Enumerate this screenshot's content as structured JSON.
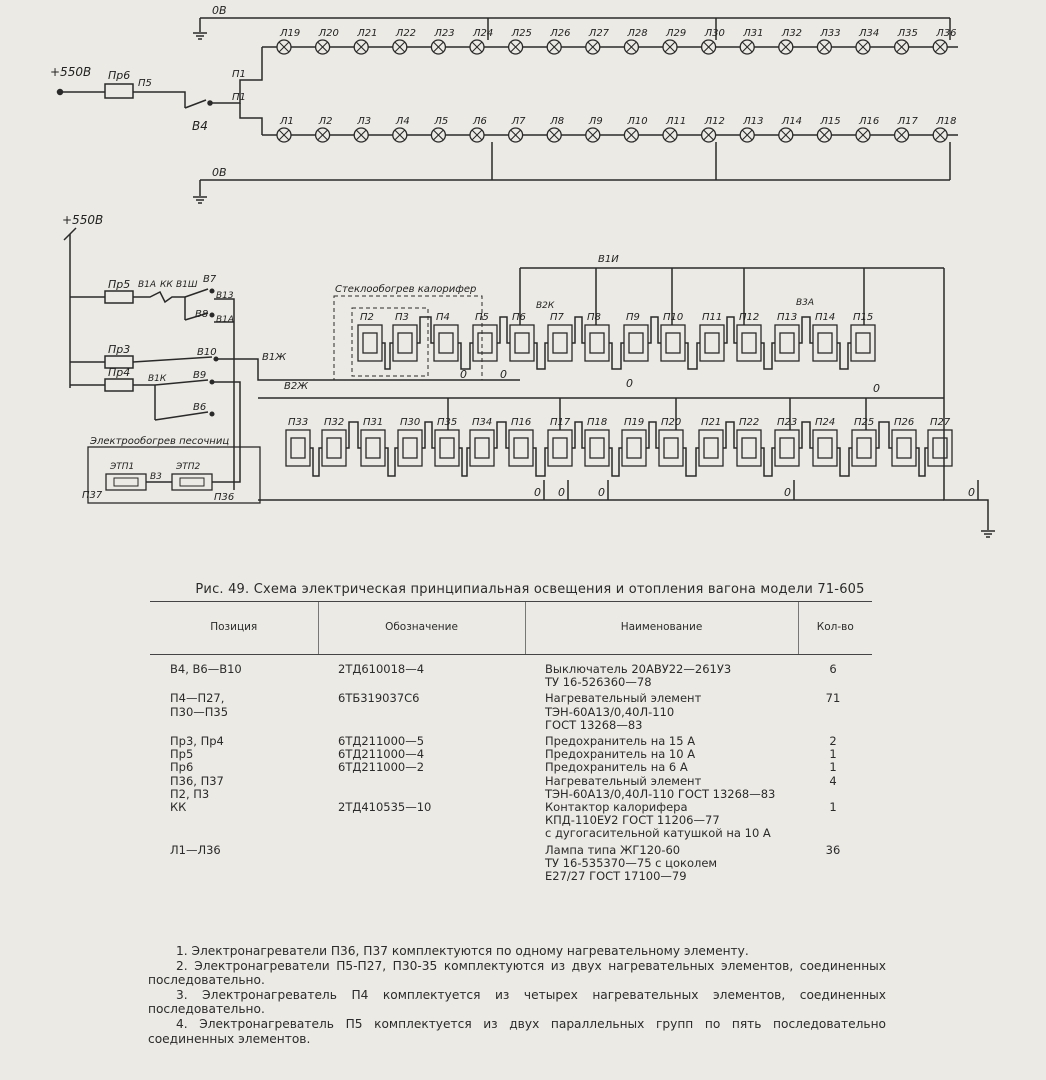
{
  "diagram": {
    "supply_voltage": "+550В",
    "zero_label": "0В",
    "switch_label": "В4",
    "fuse_label": "Пр6",
    "wire_labels": [
      "П5",
      "П1",
      "П1"
    ],
    "lamps_top": [
      "Л19",
      "Л20",
      "Л21",
      "Л22",
      "Л23",
      "Л24",
      "Л25",
      "Л26",
      "Л27",
      "Л28",
      "Л29",
      "Л30",
      "Л31",
      "Л32",
      "Л33",
      "Л34",
      "Л35",
      "Л36"
    ],
    "lamps_bottom": [
      "Л1",
      "Л2",
      "Л3",
      "Л4",
      "Л5",
      "Л6",
      "Л7",
      "Л8",
      "Л9",
      "Л10",
      "Л11",
      "Л12",
      "Л13",
      "Л14",
      "Л15",
      "Л16",
      "Л17",
      "Л18"
    ],
    "heating": {
      "fuses": [
        "Пр5",
        "Пр3",
        "Пр4"
      ],
      "switches": [
        "В7",
        "В8",
        "В10",
        "В9",
        "В6"
      ],
      "contactor": "КК",
      "labels": [
        "В1А",
        "В1Ш",
        "В13",
        "В1А",
        "В1К",
        "В1И",
        "В1Ж",
        "В2Ж",
        "В2К",
        "В3А"
      ],
      "group_heater_label": "Стеклообогрев калорифер",
      "group_sand_label": "Электрообогрев песочниц",
      "sand_heaters": [
        "ЭТП1",
        "ЭТП2"
      ],
      "sand_heater_wires": [
        "П37",
        "П36",
        "В3"
      ],
      "row1": [
        "П2",
        "П3",
        "П4",
        "П5",
        "П6",
        "П7",
        "П8",
        "П9",
        "П10",
        "П11",
        "П12",
        "П13",
        "П14",
        "П15"
      ],
      "row2": [
        "П33",
        "П32",
        "П31",
        "П30",
        "П35",
        "П34",
        "П16",
        "П17",
        "П18",
        "П19",
        "П20",
        "П21",
        "П22",
        "П23",
        "П24",
        "П25",
        "П26",
        "П27"
      ]
    }
  },
  "caption": "Рис. 49. Схема электрическая принципиальная освещения и отопления вагона модели 71-605",
  "table": {
    "headers": [
      "Позиция",
      "Обозначение",
      "Наименование",
      "Кол-во"
    ],
    "rows": [
      {
        "pos": "В4, В6—В10",
        "code": "2ТД610018—4",
        "name": "Выключатель 20АВУ22—261У3\nТУ 16-526360—78",
        "qty": "6"
      },
      {
        "pos": "П4—П27,\nП30—П35",
        "code": "6ТБ319037С6",
        "name": "Нагревательный элемент\nТЭН-60А13/0,40Л-110\nГОСТ 13268—83",
        "qty": "71"
      },
      {
        "pos": "Пр3, Пр4",
        "code": "6ТД211000—5",
        "name": "Предохранитель на 15 А",
        "qty": "2"
      },
      {
        "pos": "Пр5",
        "code": "6ТД211000—4",
        "name": "Предохранитель на 10 А",
        "qty": "1"
      },
      {
        "pos": "Пр6",
        "code": "6ТД211000—2",
        "name": "Предохранитель на 6 А",
        "qty": "1"
      },
      {
        "pos": "П36, П37\nП2, П3",
        "code": "",
        "name": "Нагревательный элемент\nТЭН-60А13/0,40Л-110 ГОСТ 13268—83",
        "qty": "4"
      },
      {
        "pos": "КК",
        "code": "2ТД410535—10",
        "name": "Контактор калорифера\nКПД-110ЕУ2 ГОСТ 11206—77\nс дугогасительной катушкой на 10 А",
        "qty": "1"
      },
      {
        "pos": "Л1—Л36",
        "code": "",
        "name": "Лампа типа ЖГ120-60\nТУ 16-535370—75 с цоколем\nЕ27/27 ГОСТ 17100—79",
        "qty": "36"
      }
    ]
  },
  "notes": [
    "1. Электронагреватели П36, П37 комплектуются по одному нагревательному элементу.",
    "2. Электронагреватели П5-П27, П30-35 комплектуются из двух нагревательных элементов, соединенных последовательно.",
    "3. Электронагреватель П4 комплектуется из четырех нагревательных элементов, соединенных последовательно.",
    "4. Электронагреватель П5 комплектуется из двух параллельных групп по пять последовательно соединенных элементов."
  ]
}
